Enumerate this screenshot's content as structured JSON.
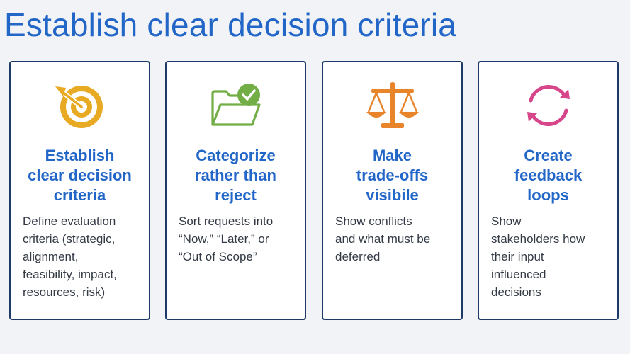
{
  "page": {
    "title": "Establish clear decision criteria"
  },
  "cards": [
    {
      "icon": "target-icon",
      "title_lines": [
        "Establish",
        "clear decision",
        "criteria"
      ],
      "desc_lines": [
        "Define evaluation",
        "criteria (strategic,",
        "alignment,",
        "feasibility, impact,",
        "resources, risk)"
      ]
    },
    {
      "icon": "folder-check-icon",
      "title_lines": [
        "Categorize",
        "rather than",
        "reject"
      ],
      "desc_lines": [
        "Sort requests into",
        "“Now,” “Later,” or",
        "“Out of Scope”"
      ]
    },
    {
      "icon": "balance-scale-icon",
      "title_lines": [
        "Make",
        "trade-offs",
        "visibile"
      ],
      "desc_lines": [
        "Show conflicts",
        "and what must be",
        "deferred"
      ]
    },
    {
      "icon": "refresh-cycle-icon",
      "title_lines": [
        "Create",
        "feedback",
        "loops"
      ],
      "desc_lines": [
        "Show",
        "stakeholders how",
        "their input",
        "influenced",
        "decisions"
      ]
    }
  ],
  "colors": {
    "title": "#2266c8",
    "card_border": "#1d3a66",
    "target_icon": "#e8a923",
    "folder_icon": "#72ad45",
    "scale_icon": "#e8852b",
    "cycle_icon": "#d7458a"
  }
}
